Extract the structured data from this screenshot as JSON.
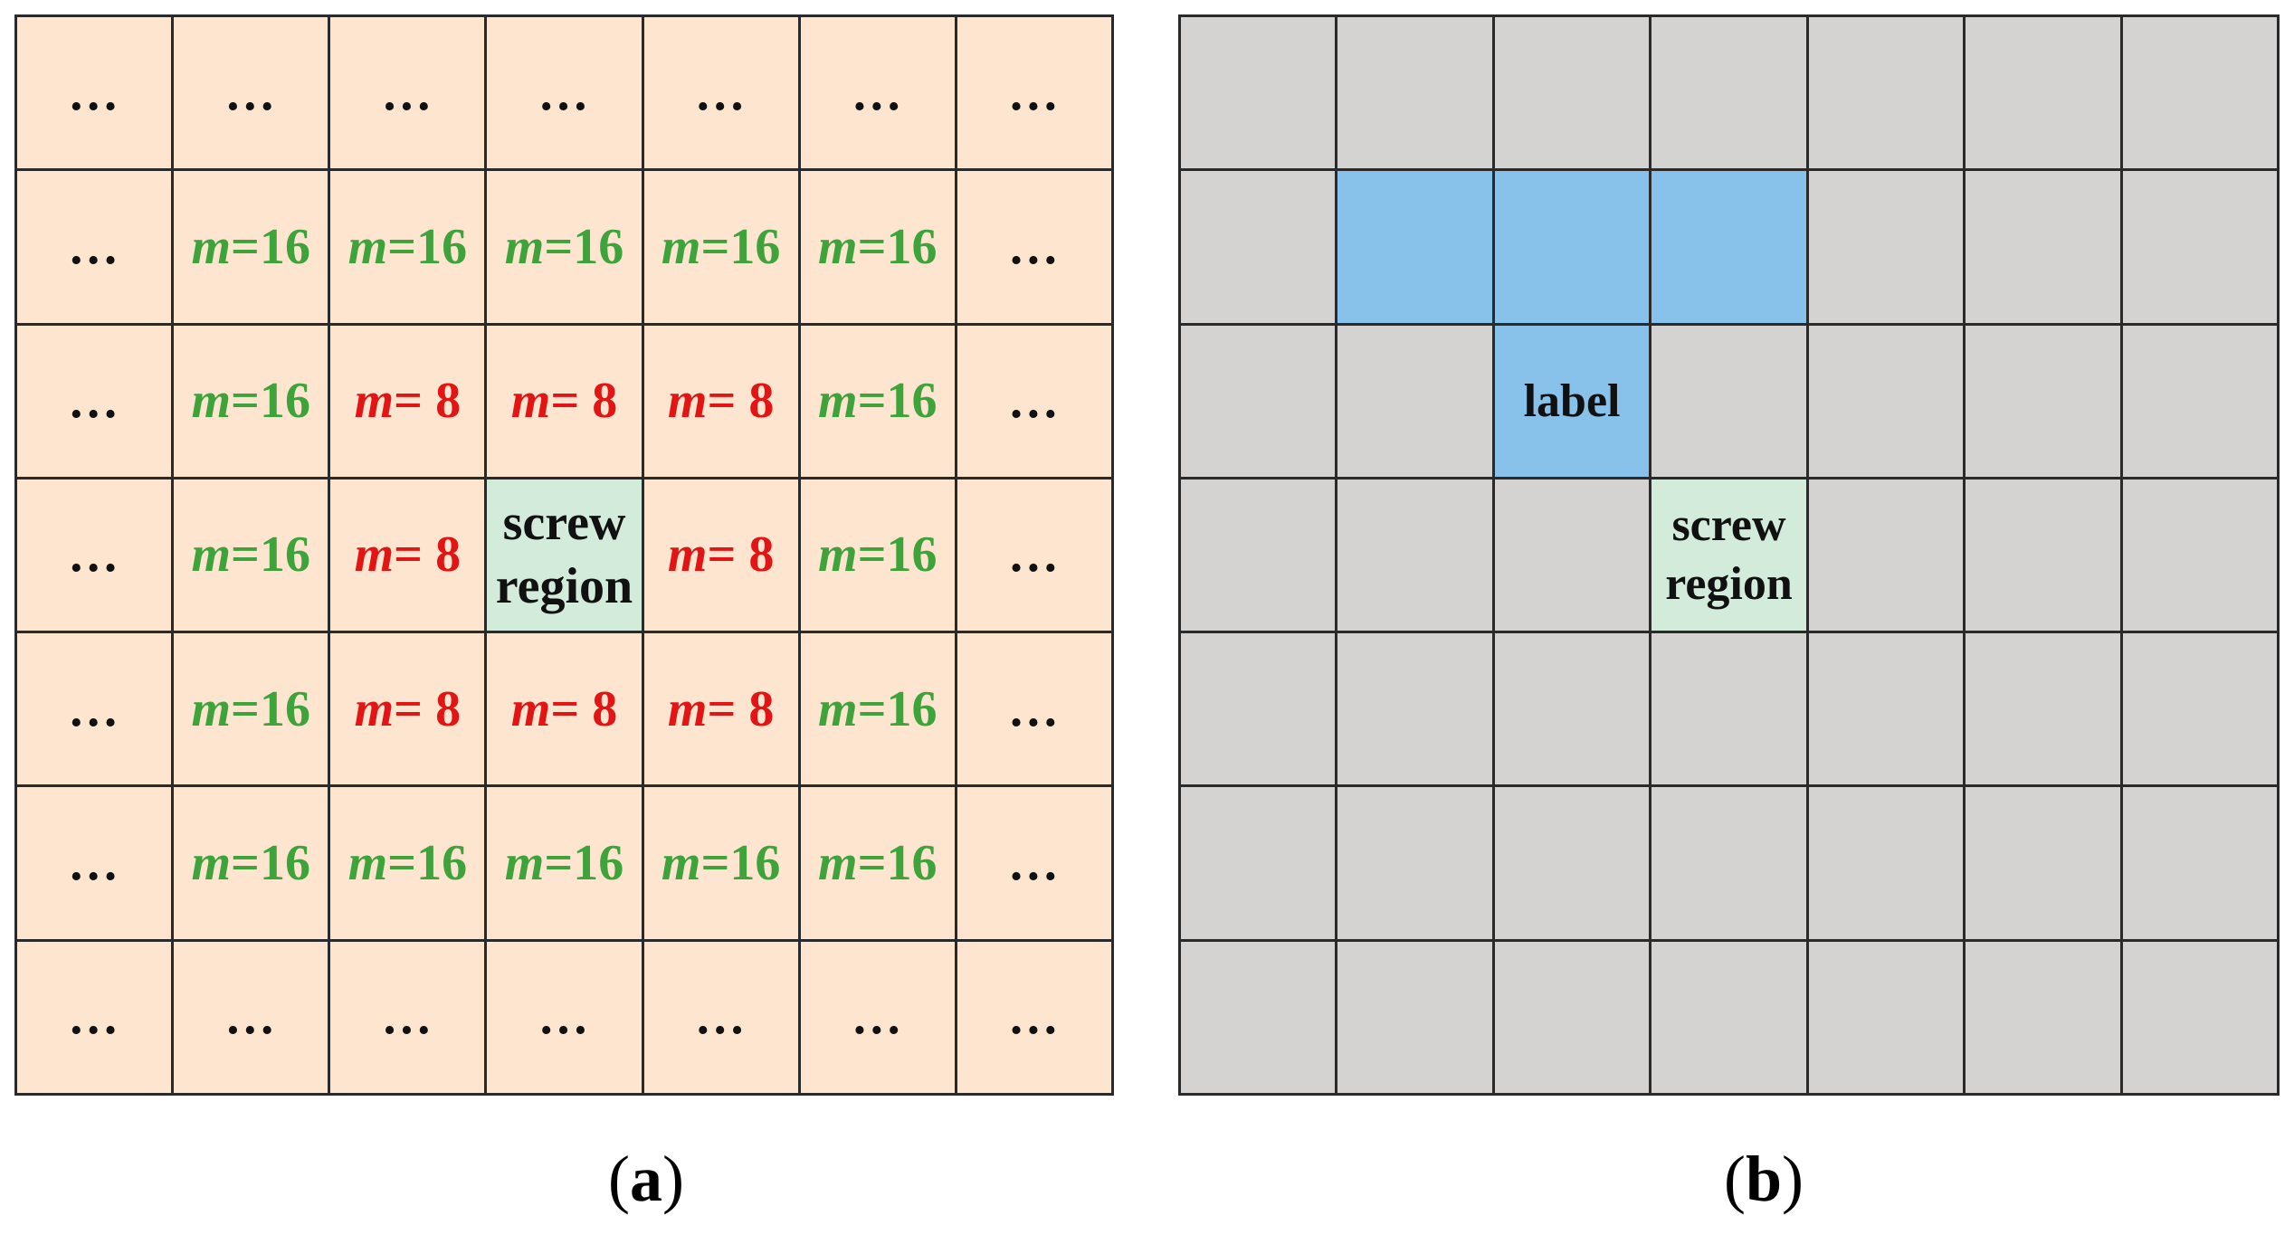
{
  "panel_a": {
    "caption_label": "a",
    "rows": [
      [
        {
          "t": "dots",
          "text": "…"
        },
        {
          "t": "dots",
          "text": "…"
        },
        {
          "t": "dots",
          "text": "…"
        },
        {
          "t": "dots",
          "text": "…"
        },
        {
          "t": "dots",
          "text": "…"
        },
        {
          "t": "dots",
          "text": "…"
        },
        {
          "t": "dots",
          "text": "…"
        }
      ],
      [
        {
          "t": "dots",
          "text": "…"
        },
        {
          "t": "m16",
          "var": "m",
          "eq": "=16"
        },
        {
          "t": "m16",
          "var": "m",
          "eq": "=16"
        },
        {
          "t": "m16",
          "var": "m",
          "eq": "=16"
        },
        {
          "t": "m16",
          "var": "m",
          "eq": "=16"
        },
        {
          "t": "m16",
          "var": "m",
          "eq": "=16"
        },
        {
          "t": "dots",
          "text": "…"
        }
      ],
      [
        {
          "t": "dots",
          "text": "…"
        },
        {
          "t": "m16",
          "var": "m",
          "eq": "=16"
        },
        {
          "t": "m8",
          "var": "m",
          "eq": "= 8"
        },
        {
          "t": "m8",
          "var": "m",
          "eq": "= 8"
        },
        {
          "t": "m8",
          "var": "m",
          "eq": "= 8"
        },
        {
          "t": "m16",
          "var": "m",
          "eq": "=16"
        },
        {
          "t": "dots",
          "text": "…"
        }
      ],
      [
        {
          "t": "dots",
          "text": "…"
        },
        {
          "t": "m16",
          "var": "m",
          "eq": "=16"
        },
        {
          "t": "m8",
          "var": "m",
          "eq": "= 8"
        },
        {
          "t": "screw",
          "line1": "screw",
          "line2": "region"
        },
        {
          "t": "m8",
          "var": "m",
          "eq": "= 8"
        },
        {
          "t": "m16",
          "var": "m",
          "eq": "=16"
        },
        {
          "t": "dots",
          "text": "…"
        }
      ],
      [
        {
          "t": "dots",
          "text": "…"
        },
        {
          "t": "m16",
          "var": "m",
          "eq": "=16"
        },
        {
          "t": "m8",
          "var": "m",
          "eq": "= 8"
        },
        {
          "t": "m8",
          "var": "m",
          "eq": "= 8"
        },
        {
          "t": "m8",
          "var": "m",
          "eq": "= 8"
        },
        {
          "t": "m16",
          "var": "m",
          "eq": "=16"
        },
        {
          "t": "dots",
          "text": "…"
        }
      ],
      [
        {
          "t": "dots",
          "text": "…"
        },
        {
          "t": "m16",
          "var": "m",
          "eq": "=16"
        },
        {
          "t": "m16",
          "var": "m",
          "eq": "=16"
        },
        {
          "t": "m16",
          "var": "m",
          "eq": "=16"
        },
        {
          "t": "m16",
          "var": "m",
          "eq": "=16"
        },
        {
          "t": "m16",
          "var": "m",
          "eq": "=16"
        },
        {
          "t": "dots",
          "text": "…"
        }
      ],
      [
        {
          "t": "dots",
          "text": "…"
        },
        {
          "t": "dots",
          "text": "…"
        },
        {
          "t": "dots",
          "text": "…"
        },
        {
          "t": "dots",
          "text": "…"
        },
        {
          "t": "dots",
          "text": "…"
        },
        {
          "t": "dots",
          "text": "…"
        },
        {
          "t": "dots",
          "text": "…"
        }
      ]
    ]
  },
  "panel_b": {
    "caption_label": "b",
    "rows": [
      [
        {
          "t": "empty"
        },
        {
          "t": "empty"
        },
        {
          "t": "empty"
        },
        {
          "t": "empty"
        },
        {
          "t": "empty"
        },
        {
          "t": "empty"
        },
        {
          "t": "empty"
        }
      ],
      [
        {
          "t": "empty"
        },
        {
          "t": "blue"
        },
        {
          "t": "blue"
        },
        {
          "t": "blue"
        },
        {
          "t": "empty"
        },
        {
          "t": "empty"
        },
        {
          "t": "empty"
        }
      ],
      [
        {
          "t": "empty"
        },
        {
          "t": "empty"
        },
        {
          "t": "label",
          "text": "label"
        },
        {
          "t": "empty"
        },
        {
          "t": "empty"
        },
        {
          "t": "empty"
        },
        {
          "t": "empty"
        }
      ],
      [
        {
          "t": "empty"
        },
        {
          "t": "empty"
        },
        {
          "t": "empty"
        },
        {
          "t": "screw",
          "line1": "screw",
          "line2": "region"
        },
        {
          "t": "empty"
        },
        {
          "t": "empty"
        },
        {
          "t": "empty"
        }
      ],
      [
        {
          "t": "empty"
        },
        {
          "t": "empty"
        },
        {
          "t": "empty"
        },
        {
          "t": "empty"
        },
        {
          "t": "empty"
        },
        {
          "t": "empty"
        },
        {
          "t": "empty"
        }
      ],
      [
        {
          "t": "empty"
        },
        {
          "t": "empty"
        },
        {
          "t": "empty"
        },
        {
          "t": "empty"
        },
        {
          "t": "empty"
        },
        {
          "t": "empty"
        },
        {
          "t": "empty"
        }
      ],
      [
        {
          "t": "empty"
        },
        {
          "t": "empty"
        },
        {
          "t": "empty"
        },
        {
          "t": "empty"
        },
        {
          "t": "empty"
        },
        {
          "t": "empty"
        },
        {
          "t": "empty"
        }
      ]
    ]
  },
  "colors": {
    "panel_a_bg": "#fde5cf",
    "panel_b_bg": "#d5d2d2",
    "screw_bg": "#d2ebdb",
    "blue": "#88c1ea",
    "m16_text": "#3ea33a",
    "m8_text": "#e31414",
    "grid_line": "#2a2a2a"
  }
}
